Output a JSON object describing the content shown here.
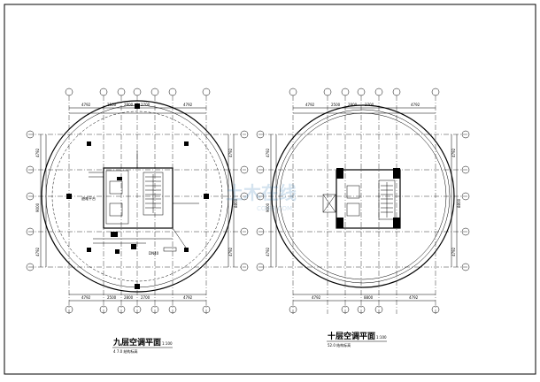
{
  "plans": [
    {
      "title": "九层空调平面",
      "scale": "1:100",
      "subtitle": "4 7.0 结构标高",
      "room_label": "避难平台",
      "extra_label": "DN40",
      "top_dims": [
        "4792",
        "2500",
        "2800",
        "2700",
        "4792"
      ],
      "bottom_dims": [
        "4792",
        "2500",
        "2800",
        "2700",
        "4792"
      ],
      "side_dims": [
        "4792",
        "9000",
        "4792"
      ],
      "total_dim": "8800"
    },
    {
      "title": "十层空调平面",
      "scale": "1:100",
      "subtitle": "52.0 结构标高",
      "top_dims": [
        "4792",
        "2500",
        "2800",
        "2700",
        "4792"
      ],
      "bottom_dims": [
        "4792",
        "8800",
        "4792"
      ],
      "side_dims": [
        "4792",
        "9000",
        "4792"
      ],
      "total_dim": "8800"
    }
  ],
  "watermark": "土木在线",
  "watermark_sub": "COI88.COM"
}
